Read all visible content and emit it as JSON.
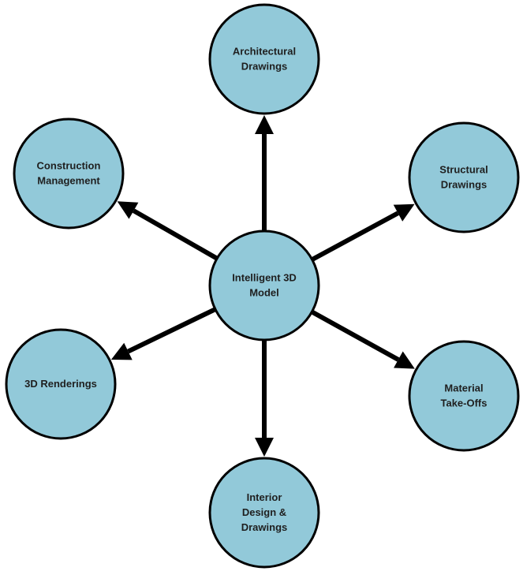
{
  "diagram": {
    "center": {
      "id": "center",
      "label_lines": [
        "Intelligent 3D",
        "Model"
      ]
    },
    "nodes": [
      {
        "id": "architectural-drawings",
        "label_lines": [
          "Architectural",
          "Drawings"
        ]
      },
      {
        "id": "structural-drawings",
        "label_lines": [
          "Structural",
          "Drawings"
        ]
      },
      {
        "id": "material-take-offs",
        "label_lines": [
          "Material",
          "Take-Offs"
        ]
      },
      {
        "id": "interior-design-drawings",
        "label_lines": [
          "Interior",
          "Design &",
          "Drawings"
        ]
      },
      {
        "id": "3d-renderings",
        "label_lines": [
          "3D Renderings"
        ]
      },
      {
        "id": "construction-management",
        "label_lines": [
          "Construction",
          "Management"
        ]
      }
    ],
    "colors": {
      "node_fill": "#92c9d9",
      "node_stroke": "#000000",
      "arrow": "#000000",
      "text": "#1f1f1f"
    }
  }
}
